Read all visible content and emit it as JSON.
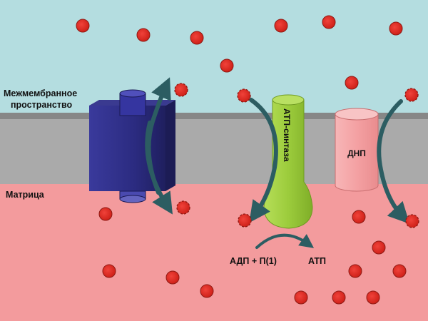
{
  "regions": {
    "intermembrane_label_line1": "Межмембранное",
    "intermembrane_label_line2": "пространство",
    "matrix_label": "Матрица"
  },
  "proteins": {
    "atp_synthase_label": "АТП-синтаза",
    "dnp_label": "ДНП"
  },
  "reaction": {
    "substrate_label": "АДП + П(1)",
    "product_label": "АТП"
  },
  "colors": {
    "intermembrane_bg": "#b4dde0",
    "membrane_gray": "#aaaaaa",
    "membrane_edge": "#878787",
    "matrix_bg": "#f39b9d",
    "proton": "#e02a22",
    "complex_blue": "#2b2b7d",
    "atp_synthase_green": "#9ccc3c",
    "dnp_pink": "#f4a1a3",
    "arrow_teal": "#2c5d62"
  }
}
